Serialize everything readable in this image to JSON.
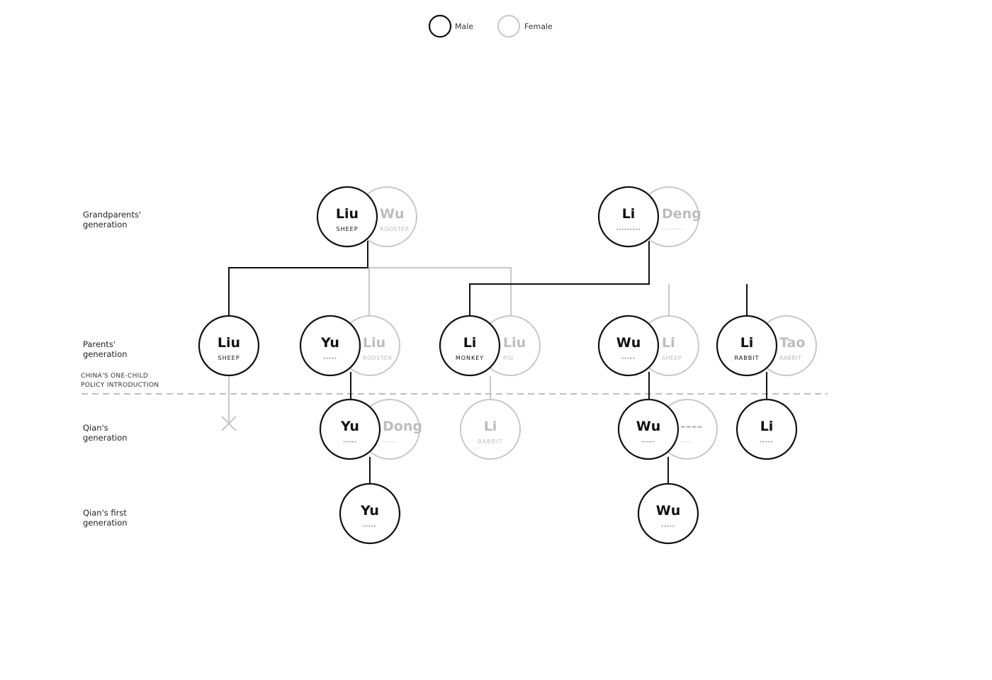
{
  "legend": {
    "male": "Male",
    "female": "Female"
  },
  "colors": {
    "male": "#111111",
    "female": "#c8c8c8"
  },
  "rows": {
    "grandparents": "Grandparents'|generation",
    "parents": "Parents'|generation",
    "qian": "Qian's|generation",
    "first": "Qian's first|generation"
  },
  "policy": {
    "line1": "CHINA'S ONE-CHILD",
    "line2": "POLICY INTRODUCTION"
  },
  "people": {
    "gp_liu": {
      "name": "Liu",
      "sign": "SHEEP"
    },
    "gp_wu": {
      "name": "Wu",
      "sign": "ROOSTER"
    },
    "gp_li": {
      "name": "Li",
      "sign": "---------"
    },
    "gp_deng": {
      "name": "Deng",
      "sign": "---------"
    },
    "p_liu": {
      "name": "Liu",
      "sign": "SHEEP"
    },
    "p_yu": {
      "name": "Yu",
      "sign": "-----"
    },
    "p_yu_wife": {
      "name": "Liu",
      "sign": "ROOSTER"
    },
    "p_li": {
      "name": "Li",
      "sign": "MONKEY"
    },
    "p_li_wife": {
      "name": "Liu",
      "sign": "PIG"
    },
    "p_wu": {
      "name": "Wu",
      "sign": "-----"
    },
    "p_wu_wife": {
      "name": "Li",
      "sign": "SHEEP"
    },
    "p_li2": {
      "name": "Li",
      "sign": "RABBIT"
    },
    "p_li2_wife": {
      "name": "Tao",
      "sign": "RABBIT"
    },
    "q_yu": {
      "name": "Yu",
      "sign": "-----"
    },
    "q_yu_wife": {
      "name": "Dong",
      "sign": "------"
    },
    "q_li_f": {
      "name": "Li",
      "sign": "RABBIT"
    },
    "q_wu": {
      "name": "Wu",
      "sign": "-----"
    },
    "q_wu_wife": {
      "name": "----",
      "sign": "-----"
    },
    "q_li": {
      "name": "Li",
      "sign": "-----"
    },
    "f_yu": {
      "name": "Yu",
      "sign": "-----"
    },
    "f_wu": {
      "name": "Wu",
      "sign": "-----"
    }
  }
}
